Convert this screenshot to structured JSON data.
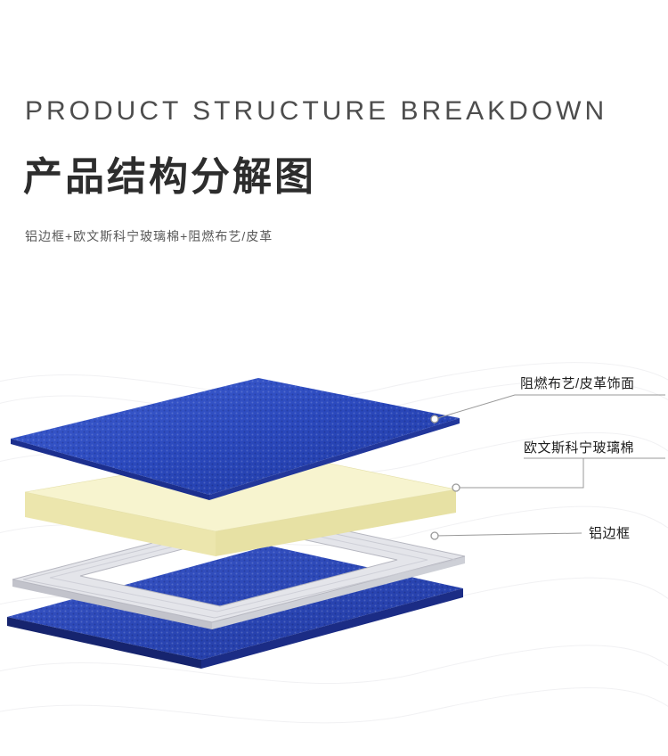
{
  "header": {
    "title_en": "PRODUCT STRUCTURE BREAKDOWN",
    "title_zh": "产品结构分解图",
    "subtitle": "铝边框+欧文斯科宁玻璃棉+阻燃布艺/皮革"
  },
  "diagram": {
    "labels": [
      {
        "id": "fabric-surface",
        "text": "阻燃布艺/皮革饰面"
      },
      {
        "id": "glass-wool",
        "text": "欧文斯科宁玻璃棉"
      },
      {
        "id": "aluminum-frame",
        "text": "铝边框"
      }
    ],
    "layers": [
      {
        "name": "flame-retardant-fabric-sheet",
        "color": "#2b49bd"
      },
      {
        "name": "owens-corning-glass-wool-board",
        "color": "#f7f4cf"
      },
      {
        "name": "aluminum-frame",
        "color": "#e4e5ea"
      },
      {
        "name": "finished-panel",
        "color": "#2a46b4"
      }
    ]
  },
  "colors": {
    "title_gray": "#4d4d4d",
    "text_dark": "#2d2d2d",
    "subtitle_gray": "#585858",
    "callout_line": "#999999",
    "fabric_blue": "#2b49bd",
    "fabric_blue_dark": "#1c2f8e",
    "glass_wool_top": "#f7f4cf",
    "glass_wool_side": "#ece6ad",
    "frame_silver": "#e4e5ea",
    "frame_side": "#c2c3cb",
    "wave_gray": "#f1f1f3"
  }
}
